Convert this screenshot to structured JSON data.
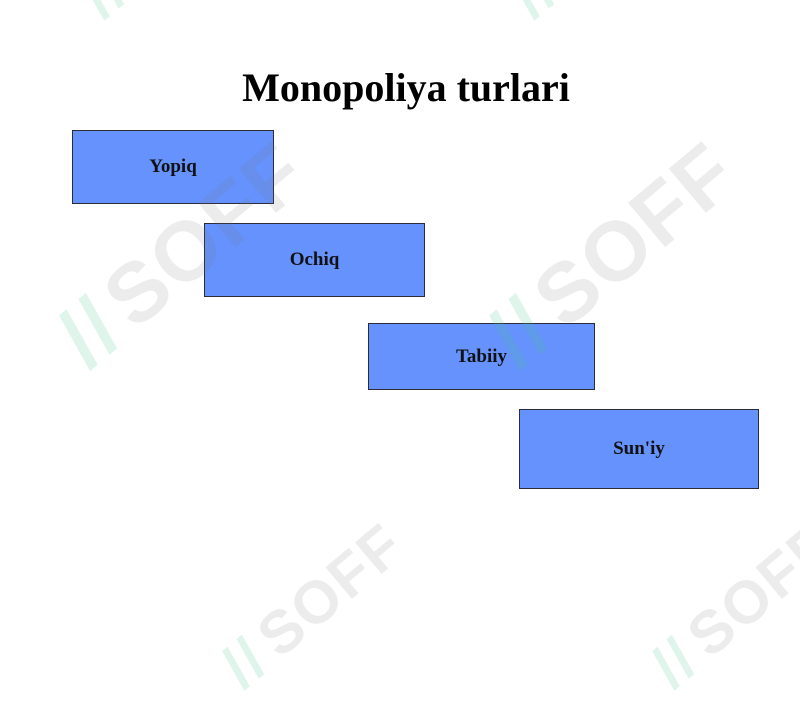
{
  "title": "Monopoliya turlari",
  "box_color": "#6592FD",
  "types": [
    {
      "label": "Yopiq"
    },
    {
      "label": "Ochiq"
    },
    {
      "label": "Tabiiy"
    },
    {
      "label": "Sun'iy"
    }
  ],
  "watermark": {
    "text": "SOFF"
  }
}
